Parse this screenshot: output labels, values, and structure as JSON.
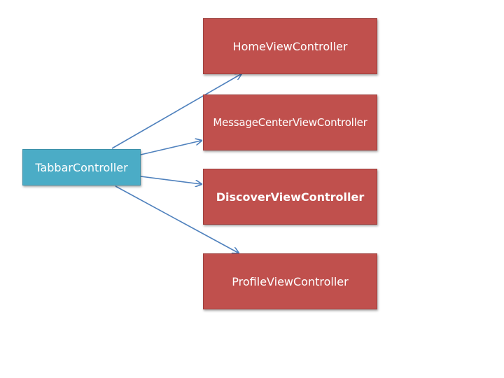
{
  "colors": {
    "root_fill": "#4BACC6",
    "root_border": "#3A8FA8",
    "child_fill": "#C0504D",
    "child_border": "#9E3F3C",
    "arrow": "#4F81BD",
    "text": "#FFFFFF"
  },
  "root": {
    "label": "TabbarController"
  },
  "children": [
    {
      "label": "HomeViewController"
    },
    {
      "label": "MessageCenterViewController"
    },
    {
      "label": "DiscoverViewController"
    },
    {
      "label": "ProfileViewController"
    }
  ]
}
